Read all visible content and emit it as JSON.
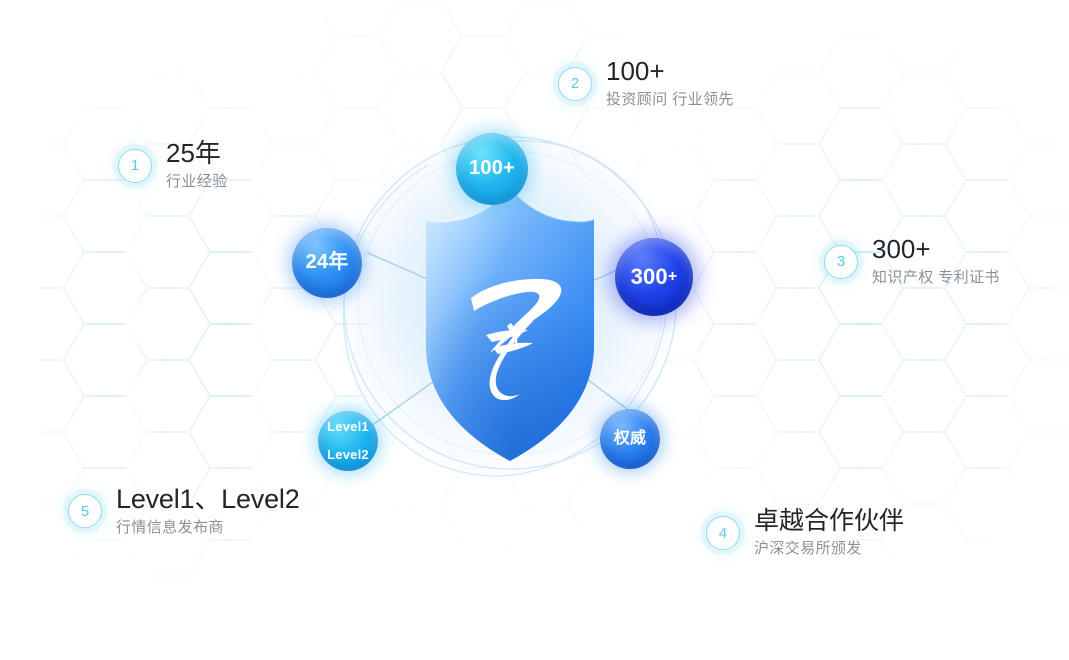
{
  "page": {
    "background_color": "#ffffff",
    "theme_accent": "#1f7fe8",
    "badge_outline_color": "#8fdcf0"
  },
  "center": {
    "shield_name": "shield-emblem",
    "shield_colors": {
      "light": "#7fc0ff",
      "mid": "#3f93f4",
      "deep": "#1a6fe0"
    },
    "logo_mark": "calligraphic-brush-logo",
    "glow_color": "#d9ecfb",
    "connector_color": "#a8cdea"
  },
  "bubbles": [
    {
      "id": "bubble-100",
      "label": "100+",
      "color": "#1eb4ee"
    },
    {
      "id": "bubble-24",
      "label": "24年",
      "color": "#2e90f2"
    },
    {
      "id": "bubble-300",
      "label": "300",
      "suffix": "+",
      "color": "#1f41e8"
    },
    {
      "id": "bubble-level",
      "line1": "Level1",
      "line2": "Level2",
      "color": "#1eb4ee"
    },
    {
      "id": "bubble-authority",
      "label": "权威",
      "color": "#2b7fef"
    }
  ],
  "callouts": [
    {
      "number": "1",
      "title": "25年",
      "subtitle": "行业经验"
    },
    {
      "number": "2",
      "title": "100+",
      "subtitle": "投资顾问  行业领先"
    },
    {
      "number": "3",
      "title": "300+",
      "subtitle": "知识产权  专利证书"
    },
    {
      "number": "4",
      "title": "卓越合作伙伴",
      "subtitle": "沪深交易所颁发"
    },
    {
      "number": "5",
      "title": "Level1、Level2",
      "subtitle": "行情信息发布商"
    }
  ]
}
